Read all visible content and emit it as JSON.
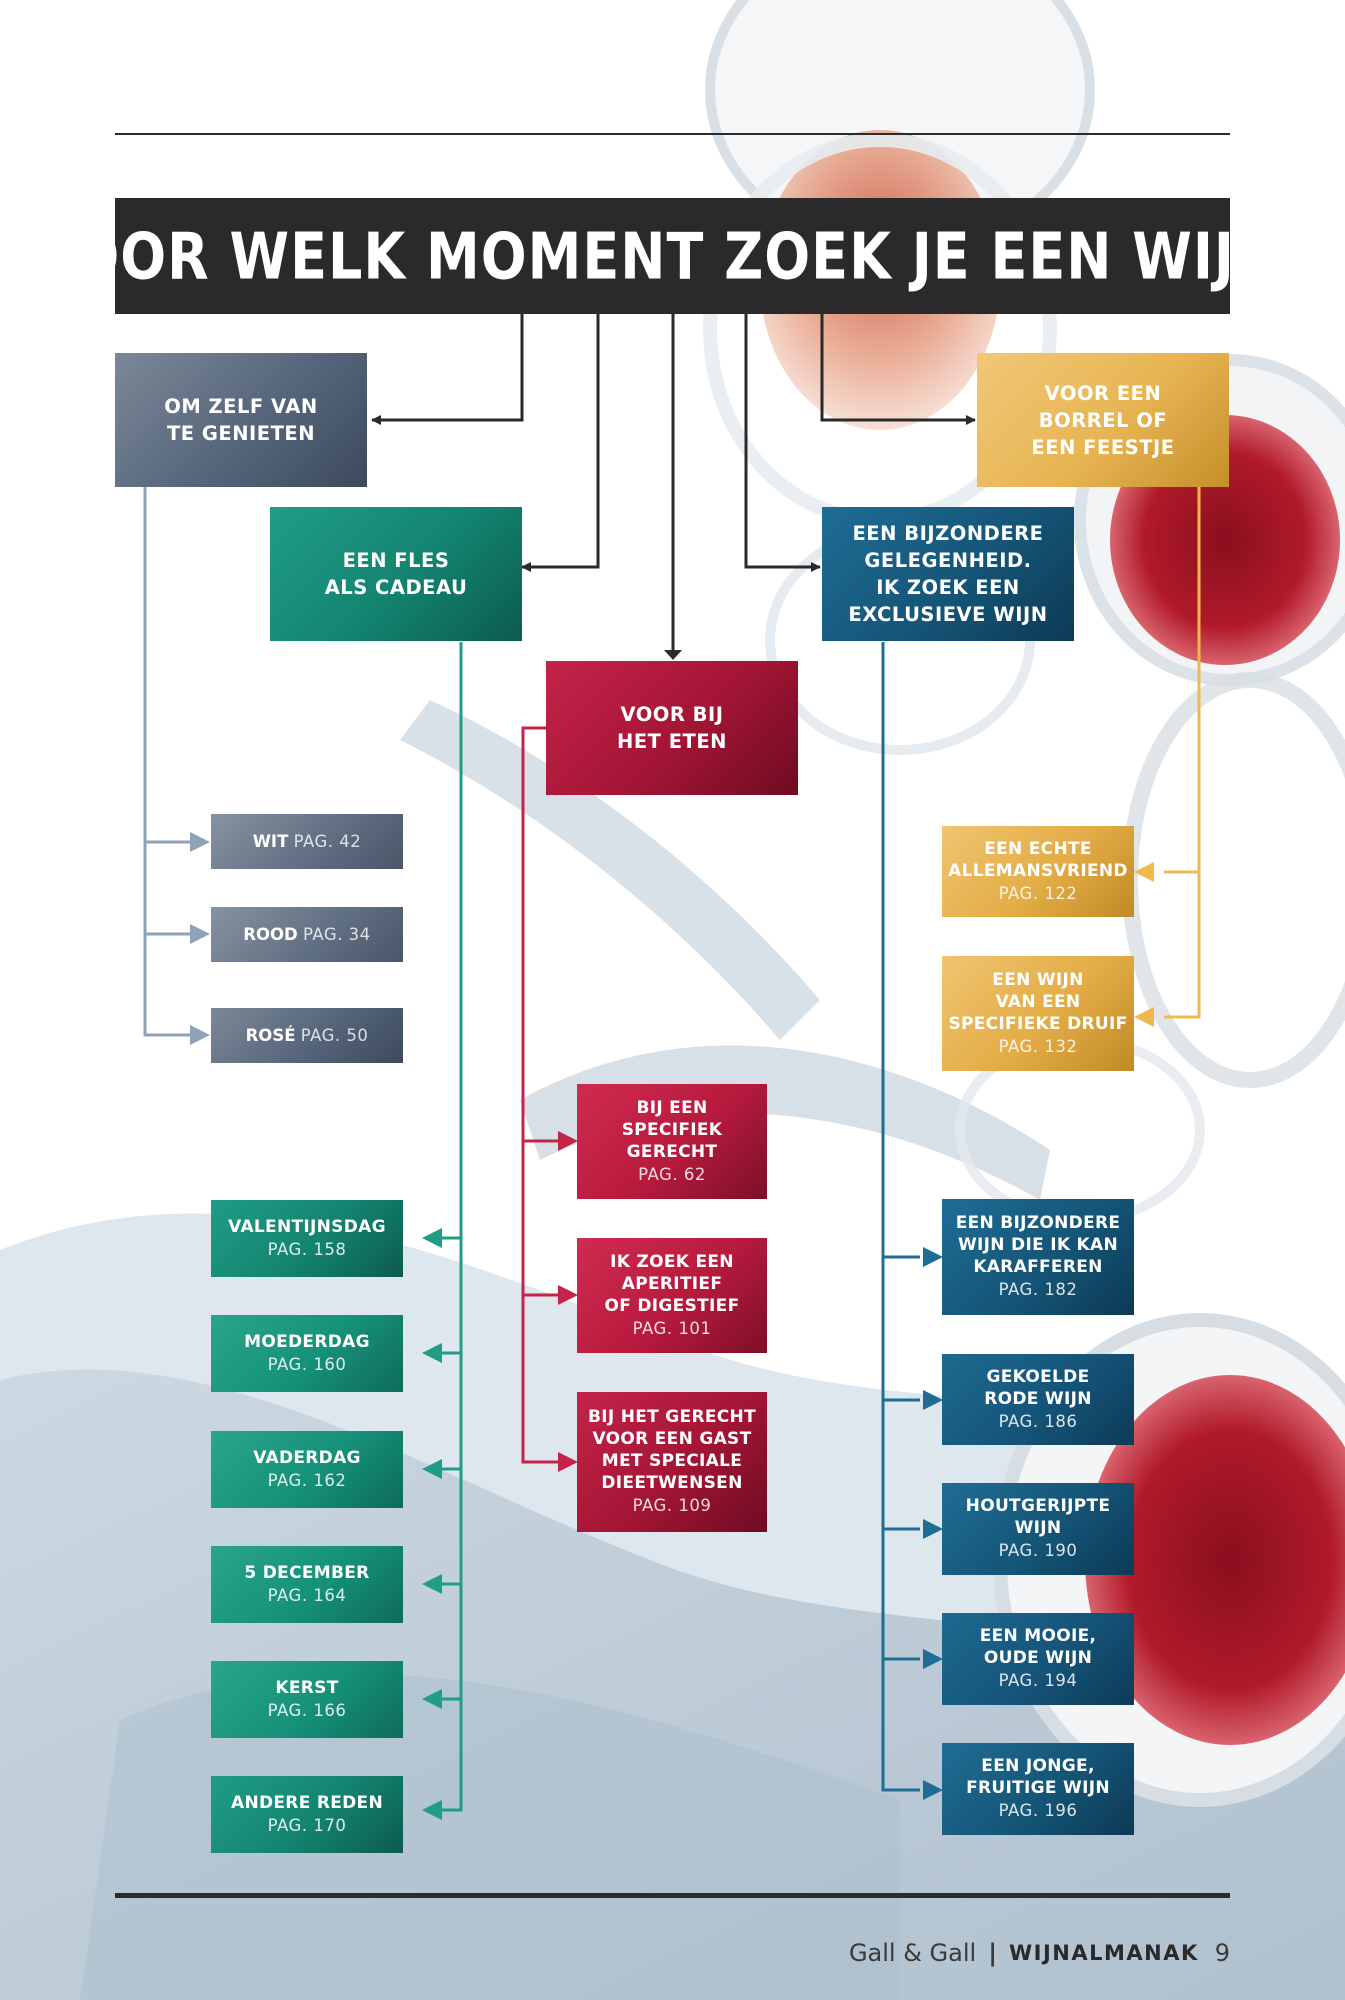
{
  "title": "VOOR WELK MOMENT ZOEK JE EEN WIJN?",
  "categories": {
    "self": "OM ZELF VAN\nTE GENIETEN",
    "gift": "EEN FLES\nALS CADEAU",
    "food": "VOOR BIJ\nHET ETEN",
    "special": "EEN BIJZONDERE\nGELEGENHEID.\nIK ZOEK EEN\nEXCLUSIEVE WIJN",
    "party": "VOOR EEN\nBORREL OF\nEEN FEESTJE"
  },
  "self_items": [
    {
      "label": "WIT",
      "page": "PAG. 42"
    },
    {
      "label": "ROOD",
      "page": "PAG. 34"
    },
    {
      "label": "ROSÉ",
      "page": "PAG. 50"
    }
  ],
  "gift_items": [
    {
      "label": "VALENTIJNSDAG",
      "page": "PAG. 158"
    },
    {
      "label": "MOEDERDAG",
      "page": "PAG. 160"
    },
    {
      "label": "VADERDAG",
      "page": "PAG. 162"
    },
    {
      "label": "5 DECEMBER",
      "page": "PAG. 164"
    },
    {
      "label": "KERST",
      "page": "PAG. 166"
    },
    {
      "label": "ANDERE REDEN",
      "page": "PAG. 170"
    }
  ],
  "food_items": [
    {
      "label": "BIJ EEN\nSPECIFIEK\nGERECHT",
      "page": "PAG. 62"
    },
    {
      "label": "IK ZOEK EEN\nAPERITIEF\nOF DIGESTIEF",
      "page": "PAG. 101"
    },
    {
      "label": "BIJ HET GERECHT\nVOOR EEN GAST\nMET SPECIALE\nDIEETWENSEN",
      "page": "PAG. 109"
    }
  ],
  "party_items": [
    {
      "label": "EEN ECHTE\nALLEMANSVRIEND",
      "page": "PAG. 122"
    },
    {
      "label": "EEN WIJN\nVAN EEN\nSPECIFIEKE DRUIF",
      "page": "PAG. 132"
    }
  ],
  "special_items": [
    {
      "label": "EEN BIJZONDERE\nWIJN DIE IK KAN\nKARAFFEREN",
      "page": "PAG. 182"
    },
    {
      "label": "GEKOELDE\nRODE WIJN",
      "page": "PAG. 186"
    },
    {
      "label": "HOUTGERIJPTE\nWIJN",
      "page": "PAG. 190"
    },
    {
      "label": "EEN MOOIE,\nOUDE WIJN",
      "page": "PAG. 194"
    },
    {
      "label": "EEN JONGE,\nFRUITIGE WIJN",
      "page": "PAG. 196"
    }
  ],
  "footer": {
    "brand": "Gall & Gall",
    "separator": "|",
    "magazine": "WIJNALMANAK",
    "page_number": "9"
  },
  "colors": {
    "self": "#56657a",
    "gift": "#13836f",
    "food": "#a31535",
    "special": "#155577",
    "party": "#e7b452",
    "banner": "#2a2a2a"
  }
}
